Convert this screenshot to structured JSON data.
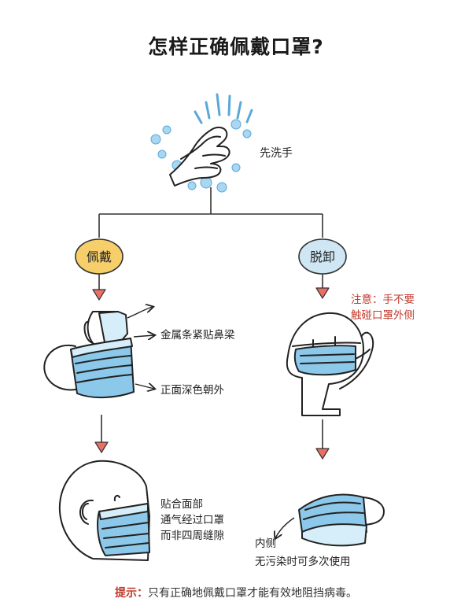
{
  "title": "怎样正确佩戴口罩?",
  "steps": {
    "wash": "先洗手",
    "wear": "佩戴",
    "remove": "脱卸"
  },
  "wear_notes": {
    "metal_strip": "金属条紧贴鼻梁",
    "dark_side": "正面深色朝外",
    "fit_line1": "贴合面部",
    "fit_line2": "通气经过口罩",
    "fit_line3": "而非四周缝隙"
  },
  "remove_notes": {
    "caution_line1": "注意：手不要",
    "caution_line2": "触碰口罩外侧",
    "inner": "内侧",
    "reuse": "无污染时可多次使用"
  },
  "tip": {
    "key": "提示：",
    "text": "只有正确地佩戴口罩才能有效地阻挡病毒。"
  },
  "colors": {
    "mask_blue": "#8cc8ea",
    "mask_light": "#d6eefa",
    "oval_yellow": "#f6cf6b",
    "oval_blue": "#cfe6f5",
    "arrow_red": "#ec6f66",
    "caution_red": "#c0392b",
    "water_blue": "#5aa8d8"
  }
}
